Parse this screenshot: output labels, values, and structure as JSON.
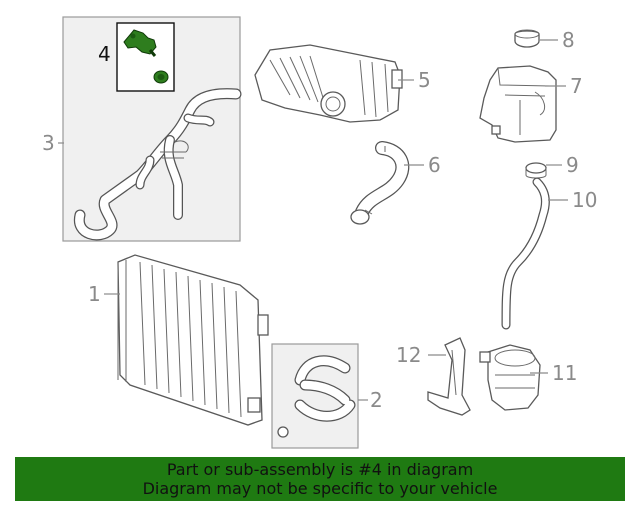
{
  "diagram": {
    "highlight_color": "#2e7d1e",
    "callouts": [
      {
        "id": "1",
        "label": "1"
      },
      {
        "id": "2",
        "label": "2"
      },
      {
        "id": "3",
        "label": "3"
      },
      {
        "id": "4",
        "label": "4"
      },
      {
        "id": "5",
        "label": "5"
      },
      {
        "id": "6",
        "label": "6"
      },
      {
        "id": "7",
        "label": "7"
      },
      {
        "id": "8",
        "label": "8"
      },
      {
        "id": "9",
        "label": "9"
      },
      {
        "id": "10",
        "label": "10"
      },
      {
        "id": "11",
        "label": "11"
      },
      {
        "id": "12",
        "label": "12"
      }
    ]
  },
  "banner": {
    "background": "#1f7a12",
    "line1": "Part or sub-assembly is #4 in diagram",
    "line2": "Diagram may not be specific to your vehicle"
  }
}
